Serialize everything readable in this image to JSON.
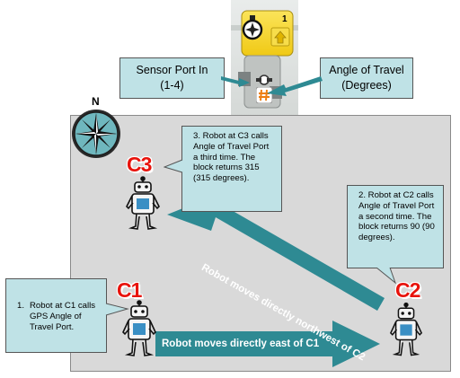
{
  "block": {
    "port_number": "1",
    "icon": "compass-icon",
    "plug_icon": "hash-icon"
  },
  "labels": {
    "sensor_port": [
      "Sensor Port In",
      "(1-4)"
    ],
    "angle_of_travel": [
      "Angle of Travel",
      "(Degrees)"
    ]
  },
  "compass": {
    "north": "N"
  },
  "checkpoints": {
    "c1": "C1",
    "c2": "C2",
    "c3": "C3"
  },
  "steps": {
    "step1": {
      "number": "1.",
      "text": "Robot at C1 calls GPS Angle of Travel Port."
    },
    "step2": {
      "text": "2. Robot at C2 calls Angle of Travel Port a second time. The block returns 90 (90 degrees)."
    },
    "step3": {
      "text": "3. Robot at C3 calls Angle of Travel Port a third time. The block returns 315 (315 degrees)."
    }
  },
  "arrows": {
    "east": "Robot moves directly east of C1",
    "northwest": "Robot moves directly northwest of C2"
  },
  "colors": {
    "arena": "#d9d9d9",
    "callout": "#bfe2e6",
    "arrow": "#2e8a93",
    "checkpoint": "#e8130c",
    "block_yellow": "#f4d21a"
  }
}
